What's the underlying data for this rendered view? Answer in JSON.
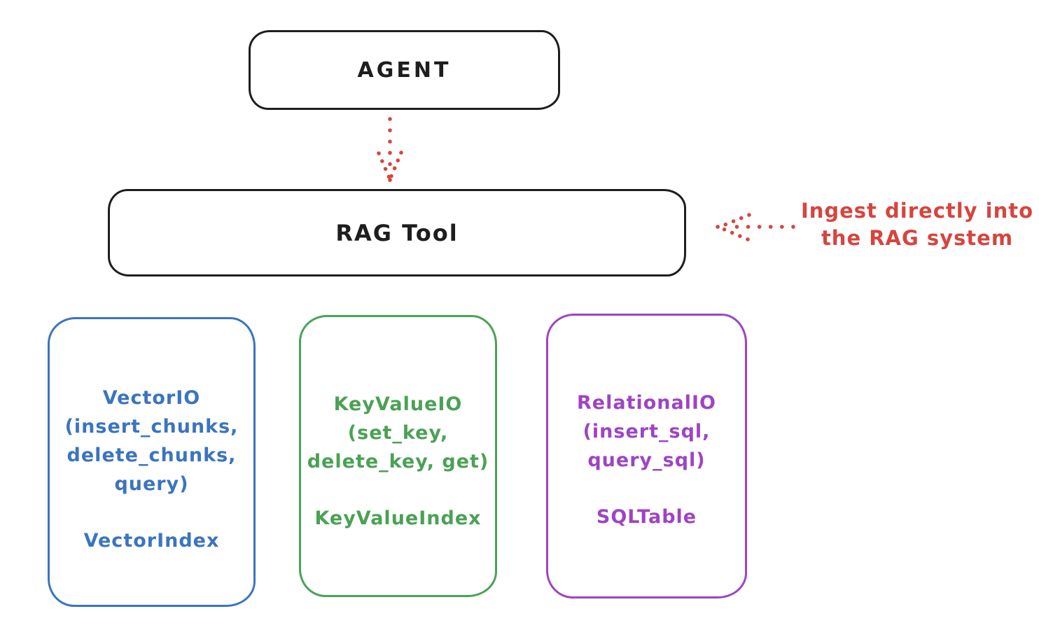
{
  "diagram": {
    "nodes": {
      "agent": {
        "label": "AGENT"
      },
      "rag_tool": {
        "label": "RAG Tool"
      }
    },
    "io_boxes": [
      {
        "name": "vector-io",
        "color": "#3b74c0",
        "lines": [
          "VectorIO",
          "(insert_chunks,",
          "delete_chunks,",
          "query)"
        ],
        "index_label": "VectorIndex"
      },
      {
        "name": "keyvalue-io",
        "color": "#4ba155",
        "lines": [
          "KeyValueIO",
          "(set_key,",
          "delete_key, get)"
        ],
        "index_label": "KeyValueIndex"
      },
      {
        "name": "relational-io",
        "color": "#9e44c4",
        "lines": [
          "RelationalIO",
          "(insert_sql,",
          "query_sql)"
        ],
        "index_label": "SQLTable"
      }
    ],
    "annotation": {
      "line1": "Ingest directly into",
      "line2": "the RAG system",
      "color": "#d6453e"
    },
    "colors": {
      "stroke_black": "#1e1e1e",
      "arrow_red": "#d6453e",
      "background": "#ffffff"
    }
  }
}
